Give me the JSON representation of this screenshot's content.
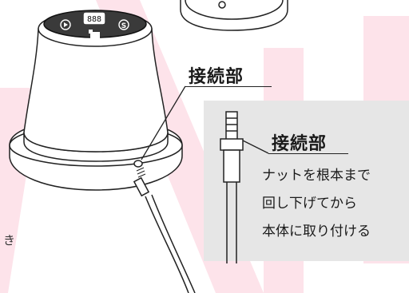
{
  "labels": {
    "connection_main": "接続部",
    "connection_panel": "接続部",
    "instruction_line_1": "ナットを根本まで",
    "instruction_line_2": "回し下げてから",
    "instruction_line_3": "本体に取り付ける",
    "edge_mark": "き"
  },
  "device_display": {
    "digits": "888"
  },
  "colors": {
    "watermark": "#fde3ea",
    "panel_background": "#e6e6e6",
    "device_top": "#3a3a3a",
    "line": "#222222"
  }
}
